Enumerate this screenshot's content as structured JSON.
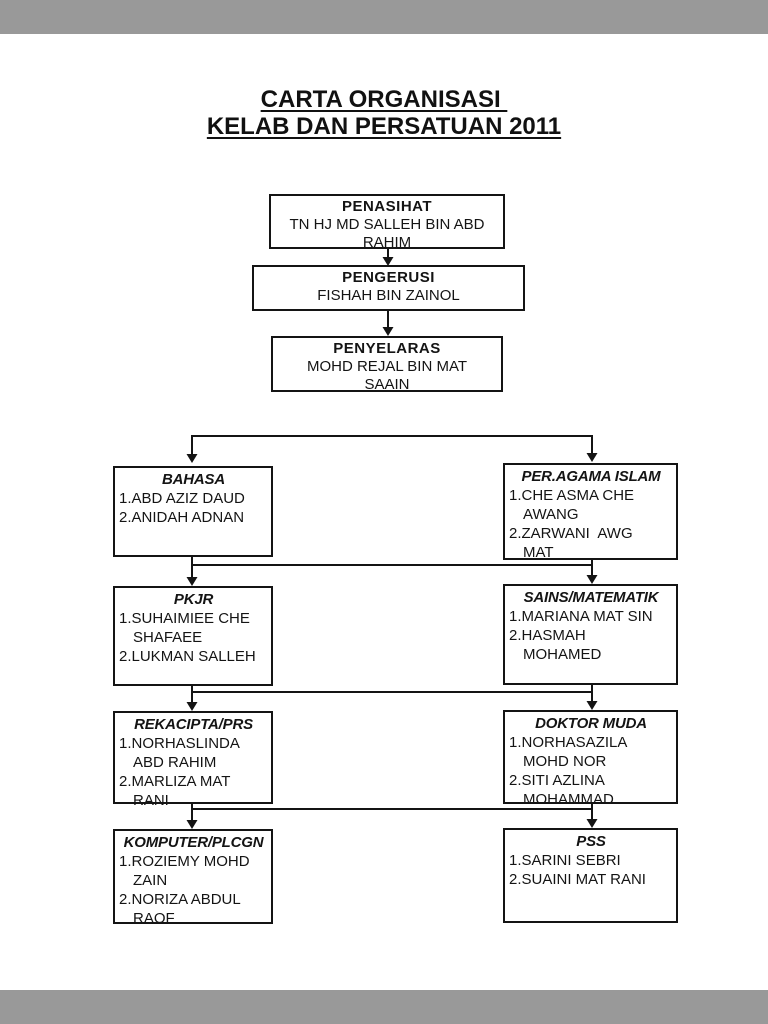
{
  "title": {
    "line1": "CARTA ORGANISASI ",
    "line2": "KELAB DAN PERSATUAN 2011"
  },
  "leadership": [
    {
      "role": "PENASIHAT",
      "name": "TN HJ MD SALLEH BIN ABD\nRAHIM"
    },
    {
      "role": "PENGERUSI",
      "name": "FISHAH BIN ZAINOL"
    },
    {
      "role": "PENYELARAS",
      "name": "MOHD REJAL BIN MAT\nSAAIN"
    }
  ],
  "committees": [
    {
      "title": "BAHASA",
      "members": [
        "1.ABD AZIZ DAUD",
        "2.ANIDAH ADNAN"
      ]
    },
    {
      "title": "PER.AGAMA ISLAM",
      "members": [
        "1.CHE ASMA CHE\nAWANG",
        "2.ZARWANI  AWG\nMAT"
      ]
    },
    {
      "title": "PKJR",
      "members": [
        "1.SUHAIMIEE CHE\nSHAFAEE",
        "2.LUKMAN SALLEH"
      ]
    },
    {
      "title": "SAINS/MATEMATIK",
      "members": [
        "1.MARIANA MAT SIN",
        "2.HASMAH\nMOHAMED"
      ]
    },
    {
      "title": "REKACIPTA/PRS",
      "members": [
        "1.NORHASLINDA\nABD RAHIM",
        "2.MARLIZA MAT\nRANI"
      ]
    },
    {
      "title": "DOKTOR MUDA",
      "members": [
        "1.NORHASAZILA\nMOHD NOR",
        "2.SITI AZLINA\nMOHAMMAD"
      ]
    },
    {
      "title": "KOMPUTER/PLCGN",
      "members": [
        "1.ROZIEMY MOHD\nZAIN",
        "2.NORIZA ABDUL\nRAOF"
      ]
    },
    {
      "title": "PSS",
      "members": [
        "1.SARINI SEBRI",
        "2.SUAINI MAT RANI"
      ]
    }
  ],
  "colors": {
    "ink": "#141414",
    "page": "#ffffff",
    "viewer_background": "#999999"
  }
}
